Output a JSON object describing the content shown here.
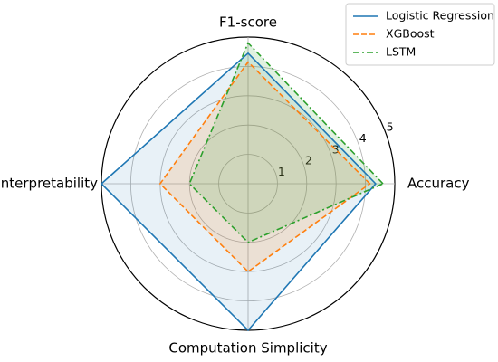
{
  "chart_data": {
    "type": "radar",
    "axes": [
      "Accuracy",
      "F1-score",
      "Interpretability",
      "Computation Simplicity"
    ],
    "rlim": [
      0,
      5
    ],
    "rticks": [
      1,
      2,
      3,
      4,
      5
    ],
    "grid": true,
    "legend_placement": "top-right",
    "series": [
      {
        "name": "Logistic Regression",
        "values": [
          4.35,
          4.45,
          5.0,
          5.0
        ],
        "color": "#1f77b4",
        "dash": "solid",
        "fill_opacity": 0.1
      },
      {
        "name": "XGBoost",
        "values": [
          4.15,
          4.15,
          3.0,
          3.0
        ],
        "color": "#ff7f0e",
        "dash": "dashed",
        "fill_opacity": 0.15
      },
      {
        "name": "LSTM",
        "values": [
          4.6,
          4.8,
          2.0,
          2.0
        ],
        "color": "#2ca02c",
        "dash": "dashdot",
        "fill_opacity": 0.15
      }
    ]
  }
}
